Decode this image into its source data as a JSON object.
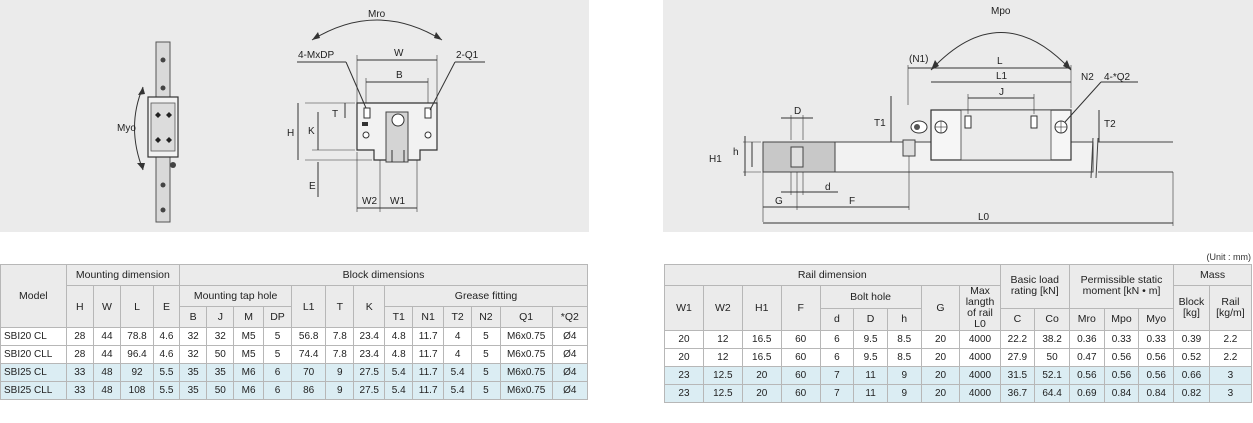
{
  "left_diagram": {
    "labels": {
      "mro": "Mro",
      "myo": "Myo",
      "mxdp": "4-MxDP",
      "q1": "2-Q1",
      "w": "W",
      "b": "B",
      "t": "T",
      "h": "H",
      "k": "K",
      "e": "E",
      "w2": "W2",
      "w1": "W1"
    }
  },
  "right_diagram": {
    "labels": {
      "mpo": "Mpo",
      "n1": "(N1)",
      "l": "L",
      "l1": "L1",
      "n2": "N2",
      "q2": "4-*Q2",
      "j": "J",
      "d_top": "D",
      "t1": "T1",
      "t2": "T2",
      "h1": "H1",
      "h_small": "h",
      "d_small": "d",
      "g": "G",
      "f": "F",
      "l0": "L0"
    }
  },
  "unit_note": "(Unit : mm)",
  "left_table": {
    "model_header": "Model",
    "mounting_header": "Mounting dimension",
    "block_header": "Block dimensions",
    "tap_header": "Mounting tap hole",
    "grease_header": "Grease fitting",
    "cols": {
      "h": "H",
      "w": "W",
      "l": "L",
      "e": "E",
      "b": "B",
      "j": "J",
      "m": "M",
      "dp": "DP",
      "l1": "L1",
      "t": "T",
      "k": "K",
      "t1": "T1",
      "n1": "N1",
      "t2": "T2",
      "n2": "N2",
      "q1": "Q1",
      "q2": "*Q2"
    },
    "rows": [
      [
        "SBI20 CL",
        "28",
        "44",
        "78.8",
        "4.6",
        "32",
        "32",
        "M5",
        "5",
        "56.8",
        "7.8",
        "23.4",
        "4.8",
        "11.7",
        "4",
        "5",
        "M6x0.75",
        "Ø4"
      ],
      [
        "SBI20 CLL",
        "28",
        "44",
        "96.4",
        "4.6",
        "32",
        "50",
        "M5",
        "5",
        "74.4",
        "7.8",
        "23.4",
        "4.8",
        "11.7",
        "4",
        "5",
        "M6x0.75",
        "Ø4"
      ],
      [
        "SBI25 CL",
        "33",
        "48",
        "92",
        "5.5",
        "35",
        "35",
        "M6",
        "6",
        "70",
        "9",
        "27.5",
        "5.4",
        "11.7",
        "5.4",
        "5",
        "M6x0.75",
        "Ø4"
      ],
      [
        "SBI25 CLL",
        "33",
        "48",
        "108",
        "5.5",
        "35",
        "50",
        "M6",
        "6",
        "86",
        "9",
        "27.5",
        "5.4",
        "11.7",
        "5.4",
        "5",
        "M6x0.75",
        "Ø4"
      ]
    ]
  },
  "right_table": {
    "rail_header": "Rail dimension",
    "load_header": "Basic load rating [kN]",
    "moment_header": "Permissible static moment [kN • m]",
    "mass_header": "Mass",
    "bolt_header": "Bolt hole",
    "max_length_header": "Max langth of rail L0",
    "cols": {
      "w1": "W1",
      "w2": "W2",
      "h1": "H1",
      "f": "F",
      "d": "d",
      "big_d": "D",
      "h": "h",
      "g": "G",
      "c": "C",
      "co": "Co",
      "mro": "Mro",
      "mpo": "Mpo",
      "myo": "Myo",
      "block": "Block [kg]",
      "rail": "Rail [kg/m]"
    },
    "rows": [
      [
        "20",
        "12",
        "16.5",
        "60",
        "6",
        "9.5",
        "8.5",
        "20",
        "4000",
        "22.2",
        "38.2",
        "0.36",
        "0.33",
        "0.33",
        "0.39",
        "2.2"
      ],
      [
        "20",
        "12",
        "16.5",
        "60",
        "6",
        "9.5",
        "8.5",
        "20",
        "4000",
        "27.9",
        "50",
        "0.47",
        "0.56",
        "0.56",
        "0.52",
        "2.2"
      ],
      [
        "23",
        "12.5",
        "20",
        "60",
        "7",
        "11",
        "9",
        "20",
        "4000",
        "31.5",
        "52.1",
        "0.56",
        "0.56",
        "0.56",
        "0.66",
        "3"
      ],
      [
        "23",
        "12.5",
        "20",
        "60",
        "7",
        "11",
        "9",
        "20",
        "4000",
        "36.7",
        "64.4",
        "0.69",
        "0.84",
        "0.84",
        "0.82",
        "3"
      ]
    ]
  }
}
